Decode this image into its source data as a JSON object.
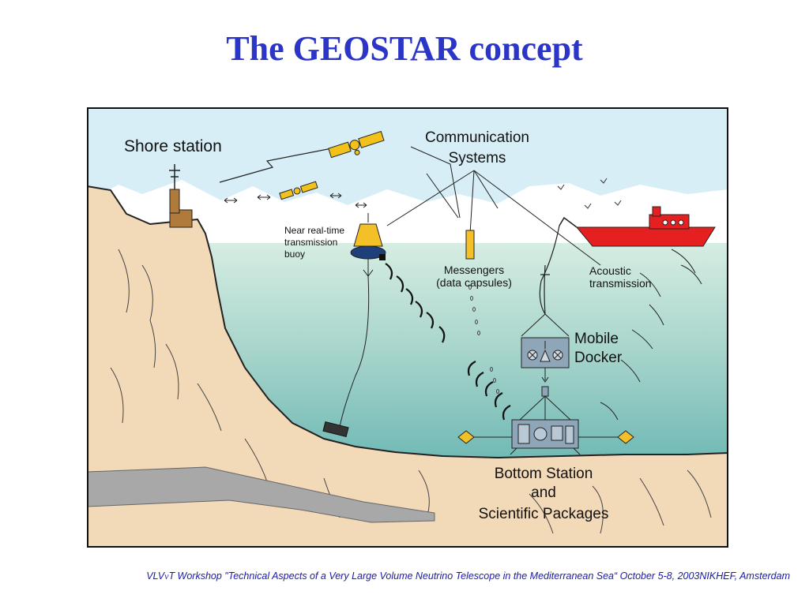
{
  "title": "The GEOSTAR concept",
  "diagram": {
    "labels": {
      "shore_station": "Shore station",
      "communication_line1": "Communication",
      "communication_line2": "Systems",
      "buoy_line1": "Near real-time",
      "buoy_line2": "transmission",
      "buoy_line3": "buoy",
      "messengers_line1": "Messengers",
      "messengers_line2": "(data capsules)",
      "acoustic_line1": "Acoustic",
      "acoustic_line2": "transmission",
      "mobile_line1": "Mobile",
      "mobile_line2": "Docker",
      "bottom_line1": "Bottom Station",
      "bottom_line2": "and",
      "bottom_line3": "Scientific Packages"
    },
    "colors": {
      "sky": "#d8eef7",
      "sea_top": "#d4ebe0",
      "sea_bottom": "#78bdb8",
      "land": "#f2d9b8",
      "ship": "#e62020",
      "satellite": "#f2c21a",
      "docker": "#8fa6b8",
      "buoy_top": "#f4c028",
      "buoy_base": "#1e3f7a"
    }
  },
  "footer": {
    "prefix": "VLV",
    "nu": "ν",
    "text": "T  Workshop \"Technical Aspects of a Very Large Volume Neutrino Telescope in the Mediterranean Sea“ October 5-8, 2003NIKHEF, Amsterdam"
  }
}
